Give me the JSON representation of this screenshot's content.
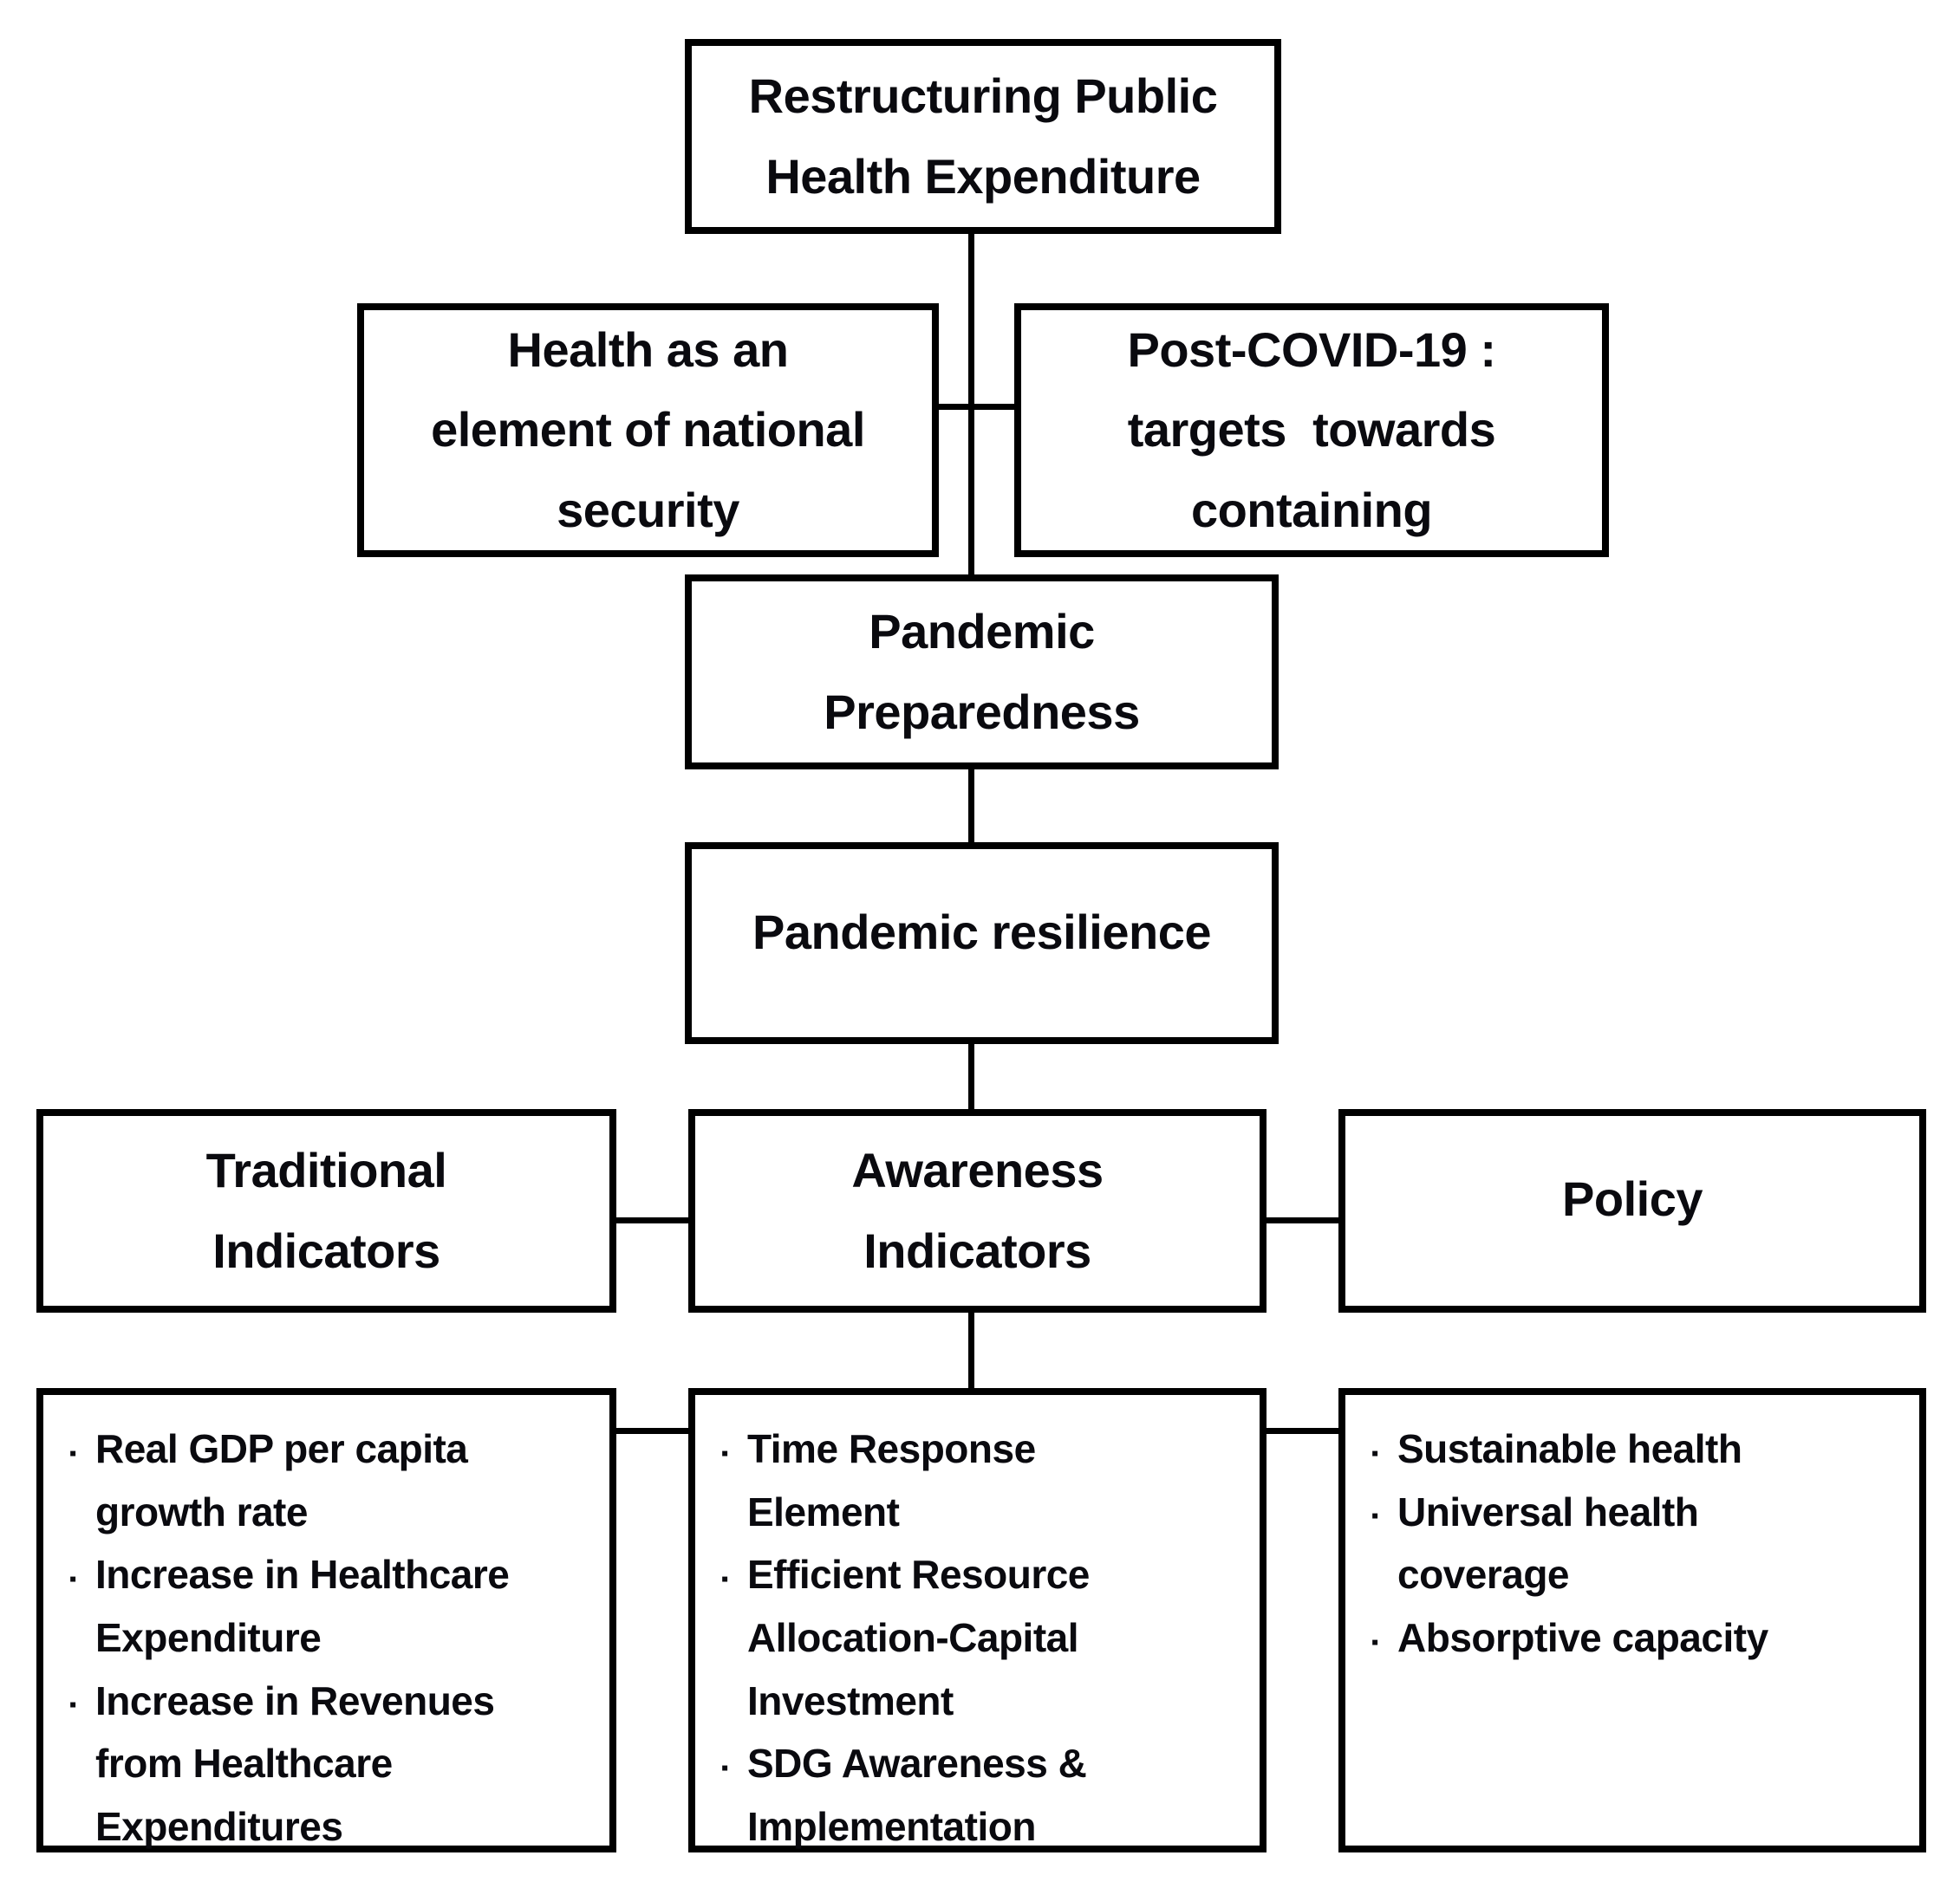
{
  "ui": {
    "bullet": "▪"
  },
  "diagram": {
    "root": {
      "lines": [
        "Restructuring Public",
        "Health Expenditure"
      ]
    },
    "health_security": {
      "lines": [
        "Health as an",
        "element of national",
        "security"
      ]
    },
    "post_covid": {
      "lines": [
        "Post-COVID-19 :",
        "targets  towards",
        "containing"
      ]
    },
    "pandemic_preparedness": {
      "lines": [
        "Pandemic",
        "Preparedness"
      ]
    },
    "pandemic_resilience": {
      "label": "Pandemic resilience"
    },
    "traditional": {
      "lines": [
        "Traditional",
        "Indicators"
      ],
      "items": [
        "Real GDP per capita growth rate",
        "Increase in Healthcare Expenditure",
        "Increase in Revenues from Healthcare Expenditures"
      ]
    },
    "awareness": {
      "lines": [
        "Awareness",
        "Indicators"
      ],
      "items": [
        "Time Response Element",
        "Efficient Resource Allocation-Capital Investment",
        "SDG Awareness & Implementation"
      ]
    },
    "policy": {
      "label": "Policy",
      "items": [
        "Sustainable health",
        "Universal health coverage",
        "Absorptive capacity"
      ]
    }
  }
}
